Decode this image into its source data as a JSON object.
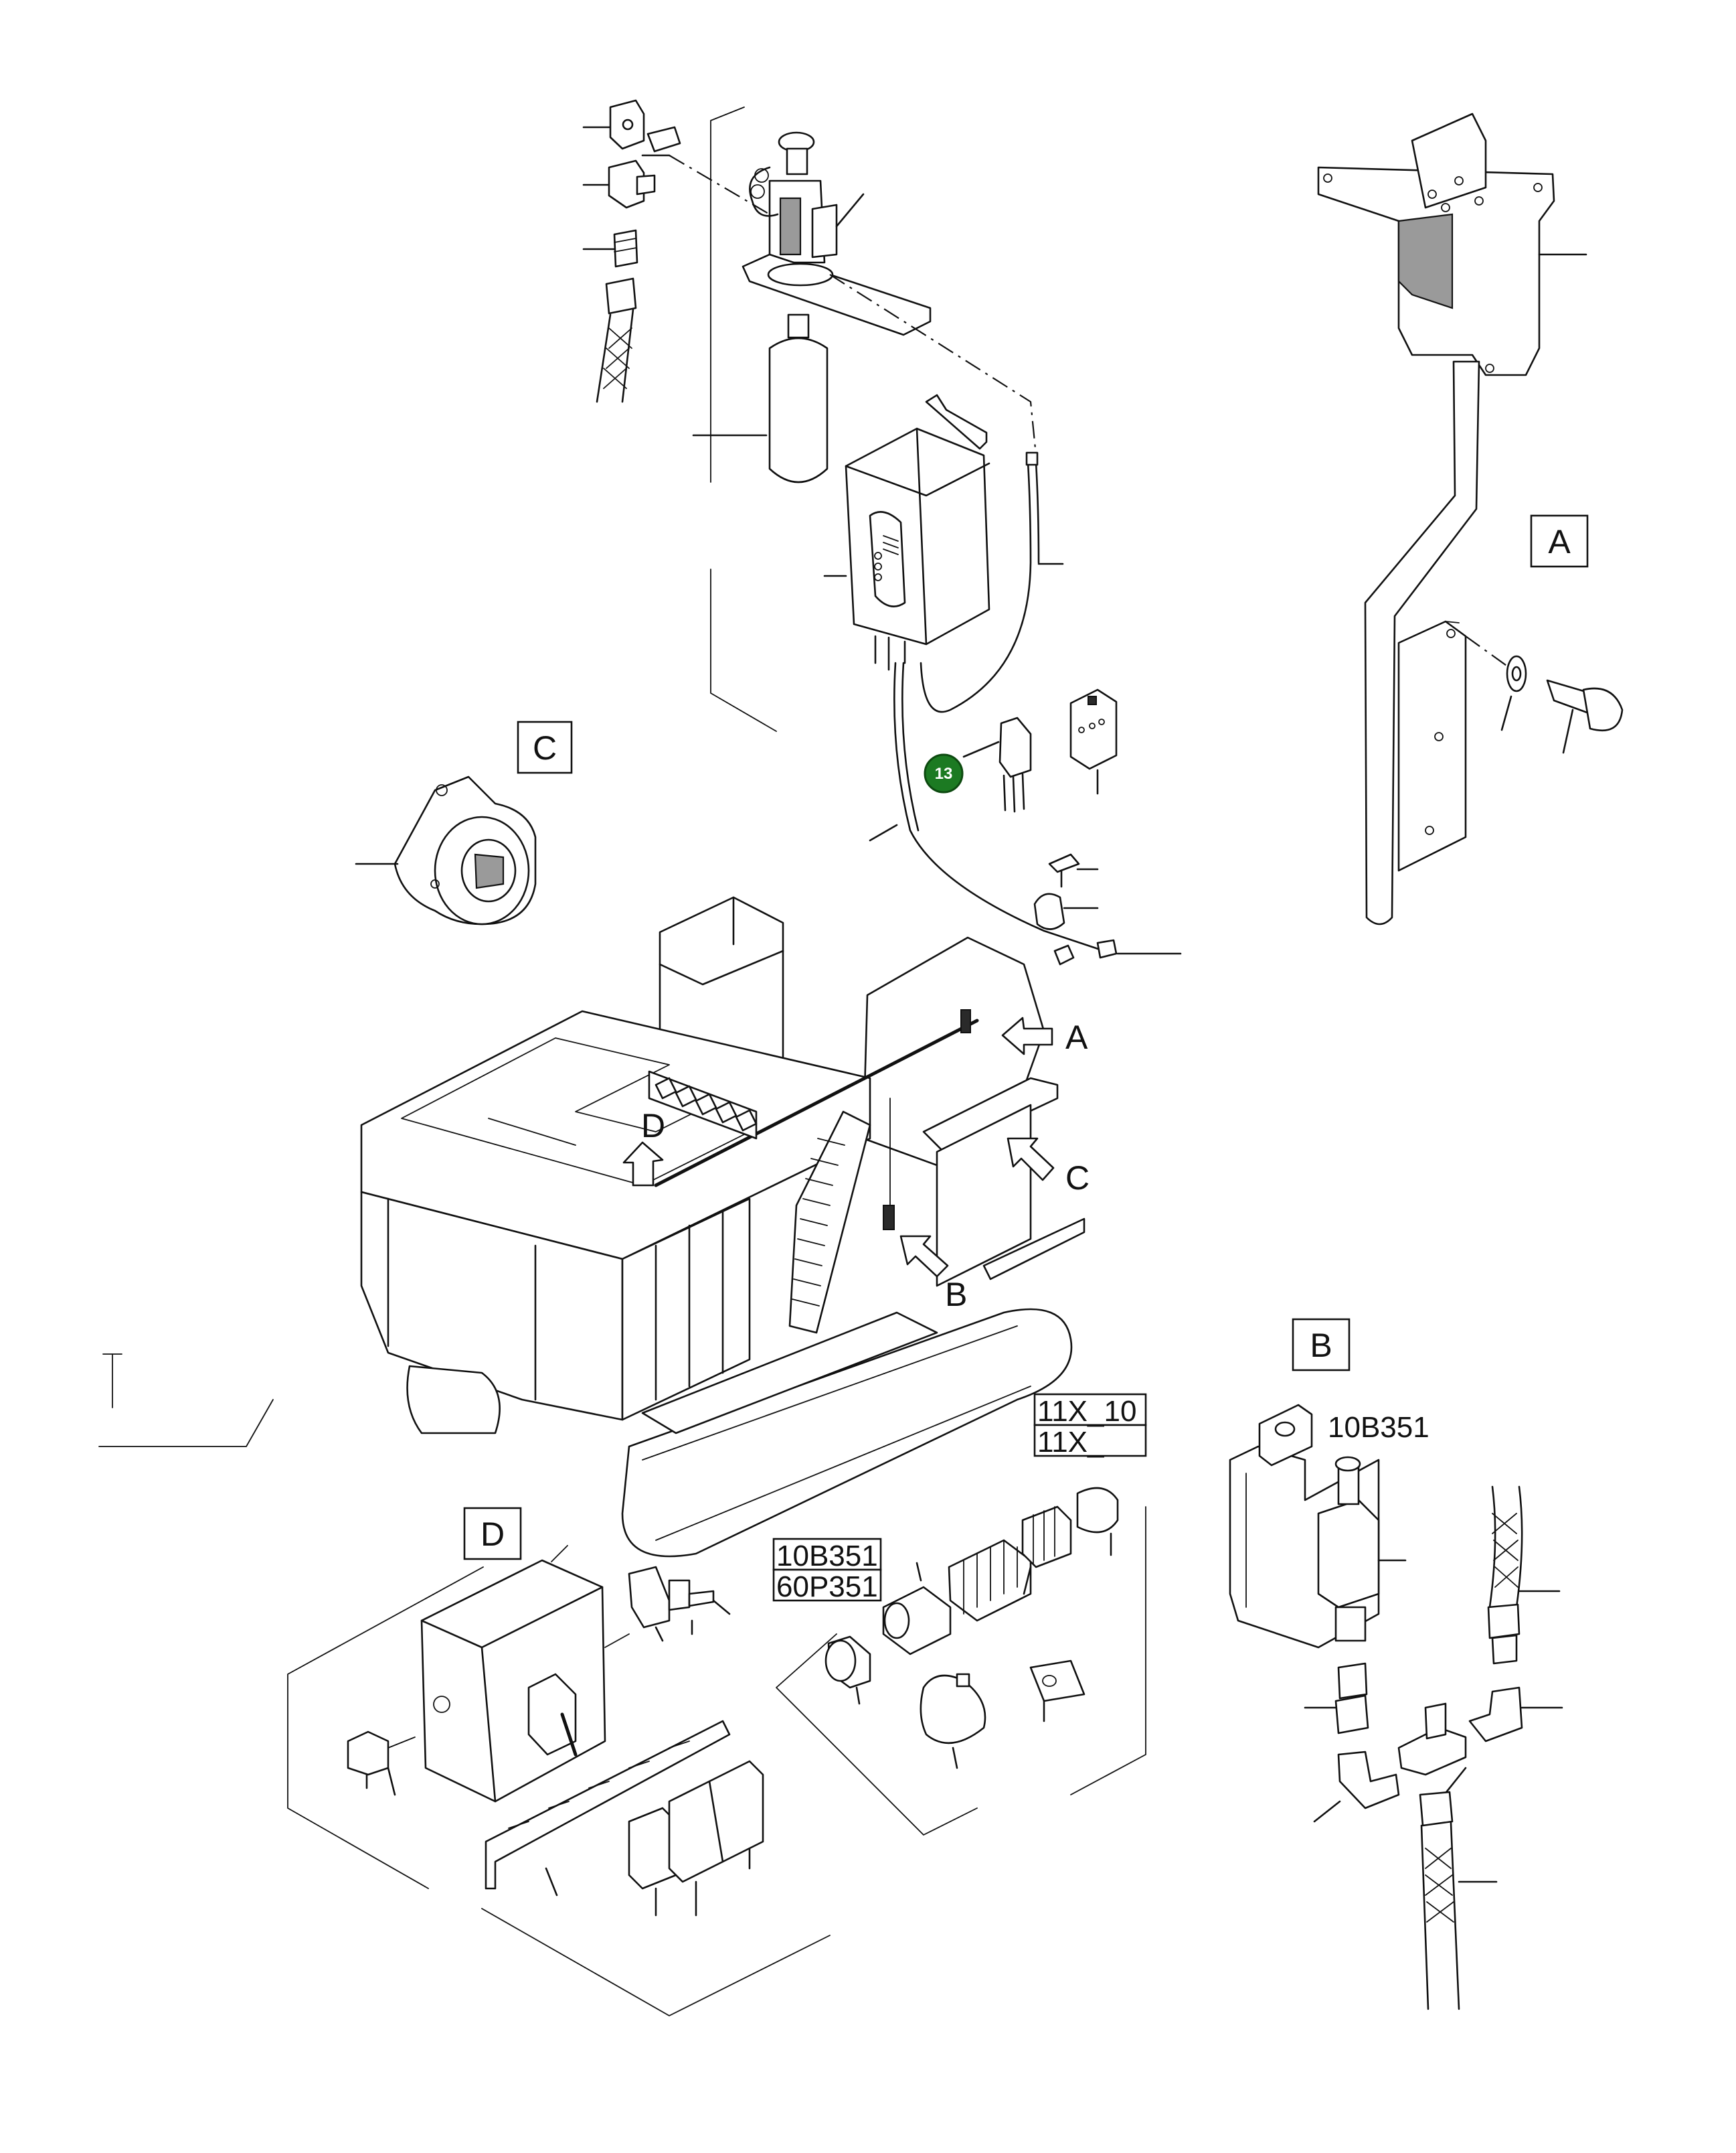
{
  "view_labels": {
    "A": "A",
    "B": "B",
    "C": "C",
    "D": "D"
  },
  "codes": {
    "b_view_part": "10B351",
    "d_connector_top": "10B351",
    "d_connector_bottom": "60P351",
    "d_cable_top": "11X_10",
    "d_cable_bottom": "11X_"
  },
  "badge": {
    "number": "13",
    "color": "#1c7a22"
  },
  "icons": {
    "view-arrow": "outlined block arrow pointing at machine",
    "callout-badge": "green circle with item number"
  }
}
